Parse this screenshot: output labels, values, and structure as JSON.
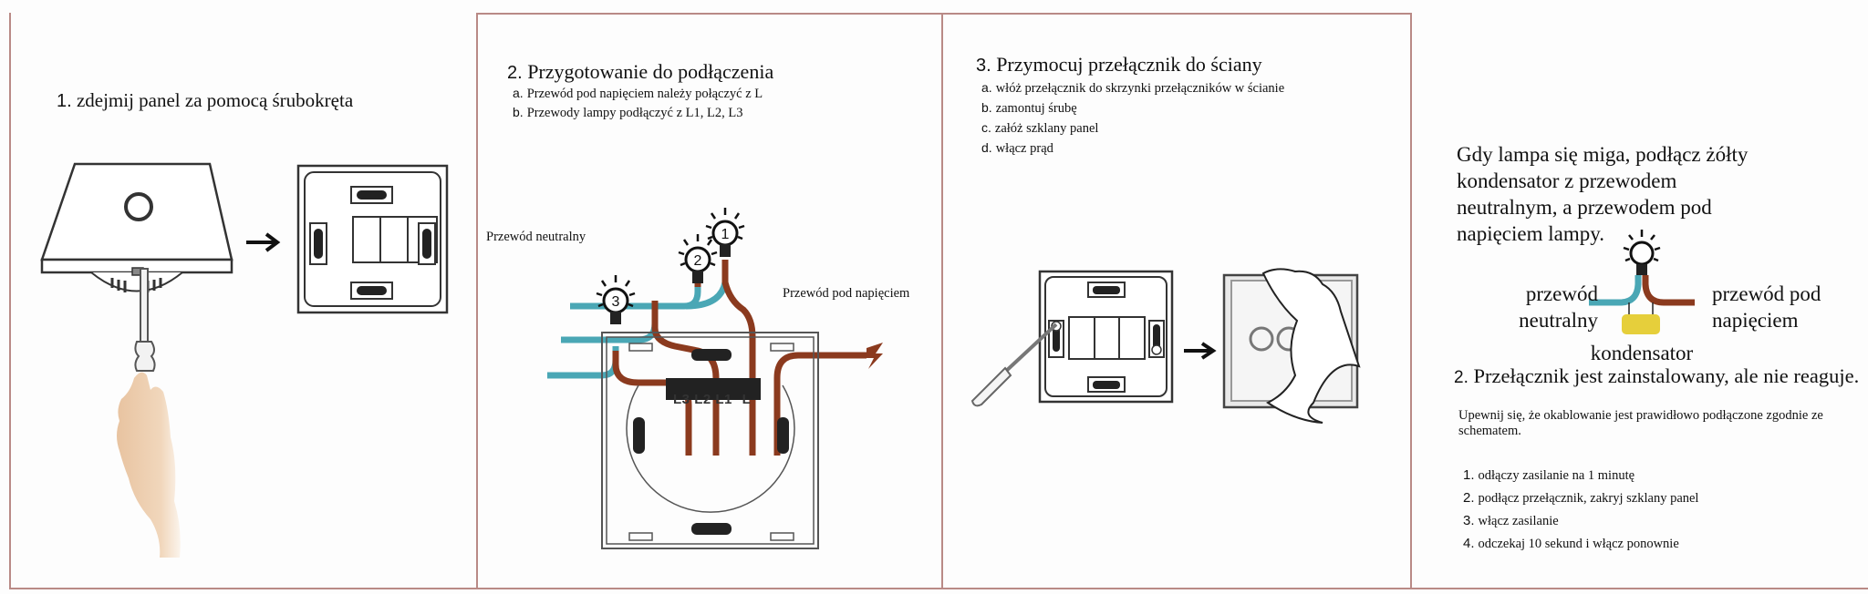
{
  "colors": {
    "frame_border": "#b98a86",
    "neutral_wire": "#4aa7b5",
    "live_wire": "#8b3a1e",
    "capacitor": "#e6cf3b",
    "line_art": "#333333"
  },
  "panel1": {
    "title_num": "1.",
    "title": "zdejmij panel za pomocą śrubokręta",
    "icons": [
      "switch-panel-icon",
      "screwdriver-icon",
      "hand-icon",
      "arrow-right-icon",
      "back-plate-icon"
    ]
  },
  "panel2": {
    "title_num": "2.",
    "title": "Przygotowanie do podłączenia",
    "items": [
      {
        "letter": "a.",
        "text": "Przewód pod napięciem należy połączyć z L"
      },
      {
        "letter": "b.",
        "text": "Przewody lampy podłączyć z L1, L2, L3"
      }
    ],
    "neutral_label": "Przewód neutralny",
    "live_label": "Przewód pod napięciem",
    "bulbs": [
      "1",
      "2",
      "3"
    ],
    "terminals": [
      "L3",
      "L2",
      "L1",
      "L"
    ]
  },
  "panel3": {
    "title_num": "3.",
    "title": "Przymocuj przełącznik do ściany",
    "items": [
      {
        "letter": "a.",
        "text": "włóż przełącznik do skrzynki przełączników w ścianie"
      },
      {
        "letter": "b.",
        "text": "zamontuj śrubę"
      },
      {
        "letter": "c.",
        "text": "załóż szklany panel"
      },
      {
        "letter": "d.",
        "text": "włącz prąd"
      }
    ]
  },
  "panel4": {
    "intro": "Gdy lampa się miga, podłącz żółty kondensator z przewodem neutralnym, a przewodem pod napięciem lampy.",
    "neutral_label": "przewód neutralny",
    "live_label": "przewód pod napięciem",
    "capacitor_label": "kondensator",
    "section_num": "2.",
    "section_title": "Przełącznik jest zainstalowany, ale nie reaguje.",
    "note": "Upewnij się, że okablowanie jest prawidłowo podłączone zgodnie ze schematem.",
    "steps": [
      {
        "num": "1.",
        "text": "odłączy zasilanie na 1 minutę"
      },
      {
        "num": "2.",
        "text": "podłącz przełącznik, zakryj szklany panel"
      },
      {
        "num": "3.",
        "text": "włącz zasilanie"
      },
      {
        "num": "4.",
        "text": "odczekaj 10 sekund i włącz ponownie"
      }
    ]
  }
}
